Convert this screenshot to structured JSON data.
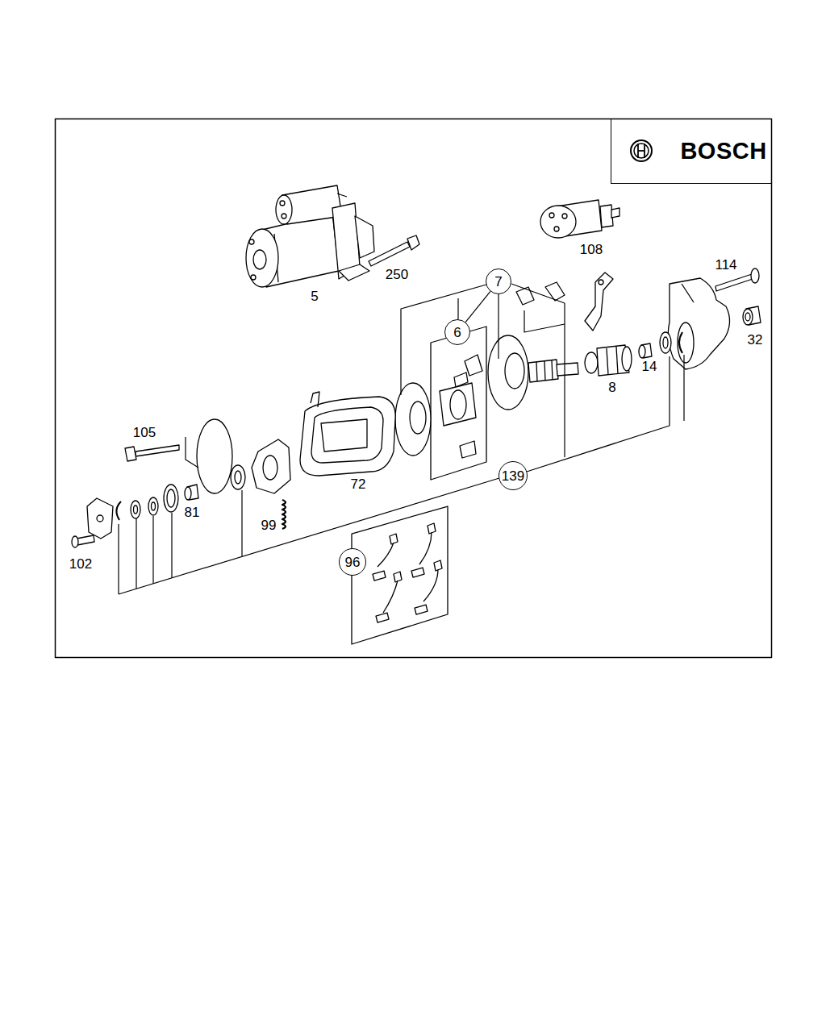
{
  "diagram": {
    "nodes": [
      {
        "text": [
          "BOSCH"
        ]
      },
      {
        "text": [
          "7"
        ]
      },
      {
        "text": [
          "6"
        ]
      },
      {
        "text": [
          "139"
        ]
      },
      {
        "text": [
          "96"
        ]
      }
    ],
    "edges": [
      {
        "from": 1,
        "to": 2,
        "arrow": "none"
      }
    ],
    "labels": [
      "5",
      "250",
      "108",
      "114",
      "32",
      "14",
      "8",
      "105",
      "81",
      "72",
      "99",
      "102"
    ]
  }
}
